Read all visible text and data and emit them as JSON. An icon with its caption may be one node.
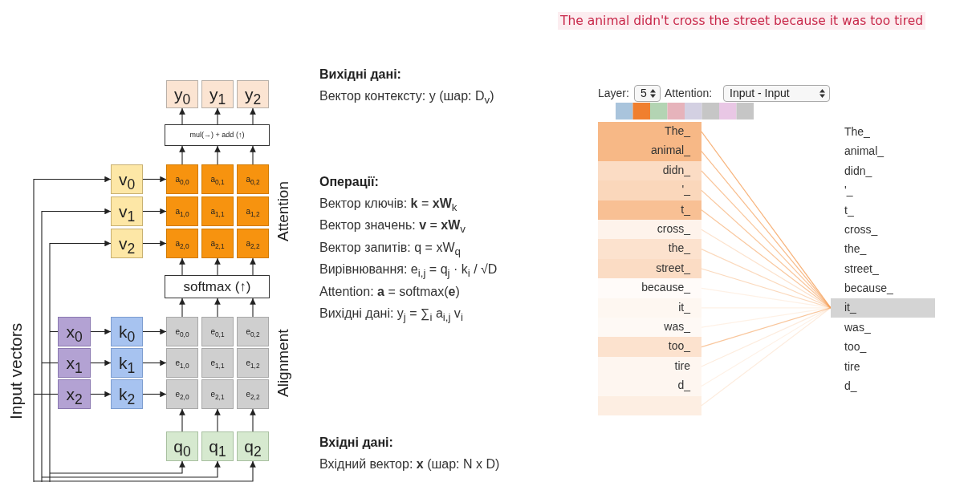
{
  "diagram": {
    "nodes": [
      {
        "text": [
          "y$_{0}$"
        ]
      },
      {
        "text": [
          "y$_{1}$"
        ]
      },
      {
        "text": [
          "y$_{2}$"
        ]
      },
      {
        "text": [
          "mul(→) + add (↑)"
        ]
      },
      {
        "text": [
          "v$_{0}$"
        ]
      },
      {
        "text": [
          "v$_{1}$"
        ]
      },
      {
        "text": [
          "v$_{2}$"
        ]
      },
      {
        "text": [
          "a$_{0,0}$"
        ]
      },
      {
        "text": [
          "a$_{0,1}$"
        ]
      },
      {
        "text": [
          "a$_{0,2}$"
        ]
      },
      {
        "text": [
          "a$_{1,0}$"
        ]
      },
      {
        "text": [
          "a$_{1,1}$"
        ]
      },
      {
        "text": [
          "a$_{1,2}$"
        ]
      },
      {
        "text": [
          "a$_{2,0}$"
        ]
      },
      {
        "text": [
          "a$_{2,1}$"
        ]
      },
      {
        "text": [
          "a$_{2,2}$"
        ]
      },
      {
        "text": [
          "softmax (↑)"
        ]
      },
      {
        "text": [
          "x$_{0}$"
        ]
      },
      {
        "text": [
          "x$_{1}$"
        ]
      },
      {
        "text": [
          "x$_{2}$"
        ]
      },
      {
        "text": [
          "k$_{0}$"
        ]
      },
      {
        "text": [
          "k$_{1}$"
        ]
      },
      {
        "text": [
          "k$_{2}$"
        ]
      },
      {
        "text": [
          "e$_{0,0}$"
        ]
      },
      {
        "text": [
          "e$_{0,1}$"
        ]
      },
      {
        "text": [
          "e$_{0,2}$"
        ]
      },
      {
        "text": [
          "e$_{1,0}$"
        ]
      },
      {
        "text": [
          "e$_{1,1}$"
        ]
      },
      {
        "text": [
          "e$_{1,2}$"
        ]
      },
      {
        "text": [
          "e$_{2,0}$"
        ]
      },
      {
        "text": [
          "e$_{2,1}$"
        ]
      },
      {
        "text": [
          "e$_{2,2}$"
        ]
      },
      {
        "text": [
          "q$_{0}$"
        ]
      },
      {
        "text": [
          "q$_{1}$"
        ]
      },
      {
        "text": [
          "q$_{2}$"
        ]
      },
      {
        "text": [
          "The_"
        ]
      },
      {
        "text": [
          "animal_"
        ]
      },
      {
        "text": [
          "didn_"
        ]
      },
      {
        "text": [
          "'_"
        ]
      },
      {
        "text": [
          "t_"
        ]
      },
      {
        "text": [
          "cross_"
        ]
      },
      {
        "text": [
          "the_"
        ]
      },
      {
        "text": [
          "street_"
        ]
      },
      {
        "text": [
          "because_"
        ]
      },
      {
        "text": [
          "it_"
        ]
      },
      {
        "text": [
          "was_"
        ]
      },
      {
        "text": [
          "too_"
        ]
      },
      {
        "text": [
          "tire"
        ]
      },
      {
        "text": [
          "d_"
        ]
      },
      {
        "text": [],
        "shape": "box"
      },
      {
        "text": [
          "it_"
        ]
      }
    ],
    "edges": [
      {
        "from": 3,
        "to": 0,
        "arrow": "to"
      },
      {
        "from": 3,
        "to": 1,
        "arrow": "to"
      },
      {
        "from": 3,
        "to": 2,
        "arrow": "to"
      },
      {
        "from": 7,
        "to": 3,
        "arrow": "to"
      },
      {
        "from": 8,
        "to": 3,
        "arrow": "to"
      },
      {
        "from": 9,
        "to": 3,
        "arrow": "to"
      },
      {
        "from": 4,
        "to": 7,
        "arrow": "to"
      },
      {
        "from": 5,
        "to": 10,
        "arrow": "to"
      },
      {
        "from": 6,
        "to": 13,
        "arrow": "to"
      },
      {
        "from": 16,
        "to": 13,
        "arrow": "to"
      },
      {
        "from": 16,
        "to": 14,
        "arrow": "to"
      },
      {
        "from": 16,
        "to": 15,
        "arrow": "to"
      },
      {
        "from": 23,
        "to": 16,
        "arrow": "to"
      },
      {
        "from": 24,
        "to": 16,
        "arrow": "to"
      },
      {
        "from": 25,
        "to": 16,
        "arrow": "to"
      },
      {
        "from": 17,
        "to": 20,
        "arrow": "to"
      },
      {
        "from": 18,
        "to": 21,
        "arrow": "to"
      },
      {
        "from": 19,
        "to": 22,
        "arrow": "to"
      },
      {
        "from": 20,
        "to": 23,
        "arrow": "to"
      },
      {
        "from": 21,
        "to": 26,
        "arrow": "to"
      },
      {
        "from": 22,
        "to": 29,
        "arrow": "to"
      },
      {
        "from": 32,
        "to": 29,
        "arrow": "to"
      },
      {
        "from": 33,
        "to": 30,
        "arrow": "to"
      },
      {
        "from": 34,
        "to": 31,
        "arrow": "to"
      },
      {
        "from": null,
        "to": 4,
        "arrow": "to"
      },
      {
        "from": null,
        "to": 5,
        "arrow": "to"
      },
      {
        "from": null,
        "to": 6,
        "arrow": "to"
      },
      {
        "from": null,
        "to": 17,
        "arrow": "none"
      },
      {
        "from": null,
        "to": 18,
        "arrow": "none"
      },
      {
        "from": null,
        "to": 19,
        "arrow": "none"
      },
      {
        "from": null,
        "to": 32,
        "arrow": "to"
      },
      {
        "from": null,
        "to": 33,
        "arrow": "to"
      },
      {
        "from": null,
        "to": 34,
        "arrow": "to"
      },
      {
        "from": 35,
        "to": 50,
        "arrow": "none",
        "color": "#f5a05a"
      },
      {
        "from": 36,
        "to": 50,
        "arrow": "none",
        "color": "#f5a05a"
      },
      {
        "from": 37,
        "to": 50,
        "arrow": "none",
        "color": "#f5a05a"
      },
      {
        "from": 38,
        "to": 50,
        "arrow": "none",
        "color": "#f5a05a"
      },
      {
        "from": 39,
        "to": 50,
        "arrow": "none",
        "color": "#f5a05a"
      },
      {
        "from": 40,
        "to": 50,
        "arrow": "none",
        "color": "#f5a05a"
      },
      {
        "from": 41,
        "to": 50,
        "arrow": "none",
        "color": "#f5a05a"
      },
      {
        "from": 42,
        "to": 50,
        "arrow": "none",
        "color": "#f5a05a"
      },
      {
        "from": 43,
        "to": 50,
        "arrow": "none",
        "color": "#f5a05a"
      },
      {
        "from": 44,
        "to": 50,
        "arrow": "none",
        "color": "#f5a05a"
      },
      {
        "from": 45,
        "to": 50,
        "arrow": "none",
        "color": "#f5a05a"
      },
      {
        "from": 46,
        "to": 50,
        "arrow": "none",
        "color": "#f5a05a"
      },
      {
        "from": 47,
        "to": 50,
        "arrow": "none",
        "color": "#f5a05a"
      },
      {
        "from": 48,
        "to": 50,
        "arrow": "none",
        "color": "#f5a05a"
      },
      {
        "from": 49,
        "to": 50,
        "arrow": "none",
        "color": "#f5a05a"
      }
    ],
    "labels": [
      "The animal didn't cross the street because it was too tired",
      "Вихідні дані:",
      "Вектор контексту: y (шар: D$_{v}$)",
      "Операції:",
      "Вектор ключів: **k** = **xW**$_{k}$",
      "Вектор значень: **v** = **xW**$_{v}$",
      "Вектор запитів: q = xW$_{q}$",
      "Вирівнювання: e$_{i,j}$ = q$_{j}$ · k$_{i}$ / √D",
      "Attention: **a** = softmax(**e**)",
      "Вихідні дані: y$_{j}$ = ∑$_{i}$ a$_{i,j}$ v$_{i}$",
      "Вхідні дані:",
      "Вхідний вектор: **x** (шар: N x D)",
      "Layer:",
      "5",
      "Attention:",
      "Input - Input",
      "The_",
      "animal_",
      "didn_",
      "'_",
      "t_",
      "cross_",
      "the_",
      "street_",
      "because_",
      "was_",
      "too_",
      "tire",
      "d_",
      "Attention",
      "Alignment",
      "Input vectors"
    ]
  }
}
